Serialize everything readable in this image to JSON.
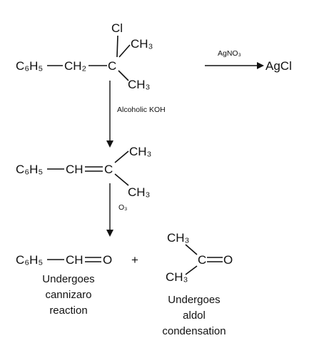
{
  "reactant": {
    "phenyl": "C₆H₅",
    "ch2": "CH₂",
    "carbon": "C",
    "chlorine": "Cl",
    "methyl_top": "CH₃",
    "methyl_bottom": "CH₃"
  },
  "silver_test": {
    "reagent": "AgNO₃",
    "product": "AgCl"
  },
  "elimination": {
    "reagent": "Alcoholic KOH",
    "alkene_phenyl": "C₆H₅",
    "alkene_ch": "CH",
    "alkene_c": "C",
    "methyl_top": "CH₃",
    "methyl_bottom": "CH₃"
  },
  "ozonolysis": {
    "reagent": "O₃",
    "plus": "+",
    "aldehyde_phenyl": "C₆H₅",
    "aldehyde_ch": "CH",
    "aldehyde_o": "O",
    "ketone_methyl_top": "CH₃",
    "ketone_methyl_bottom": "CH₃",
    "ketone_c": "C",
    "ketone_o": "O",
    "aldehyde_caption": [
      "Undergoes",
      "cannizaro",
      "reaction"
    ],
    "ketone_caption": [
      "Undergoes",
      "aldol",
      "condensation"
    ]
  }
}
